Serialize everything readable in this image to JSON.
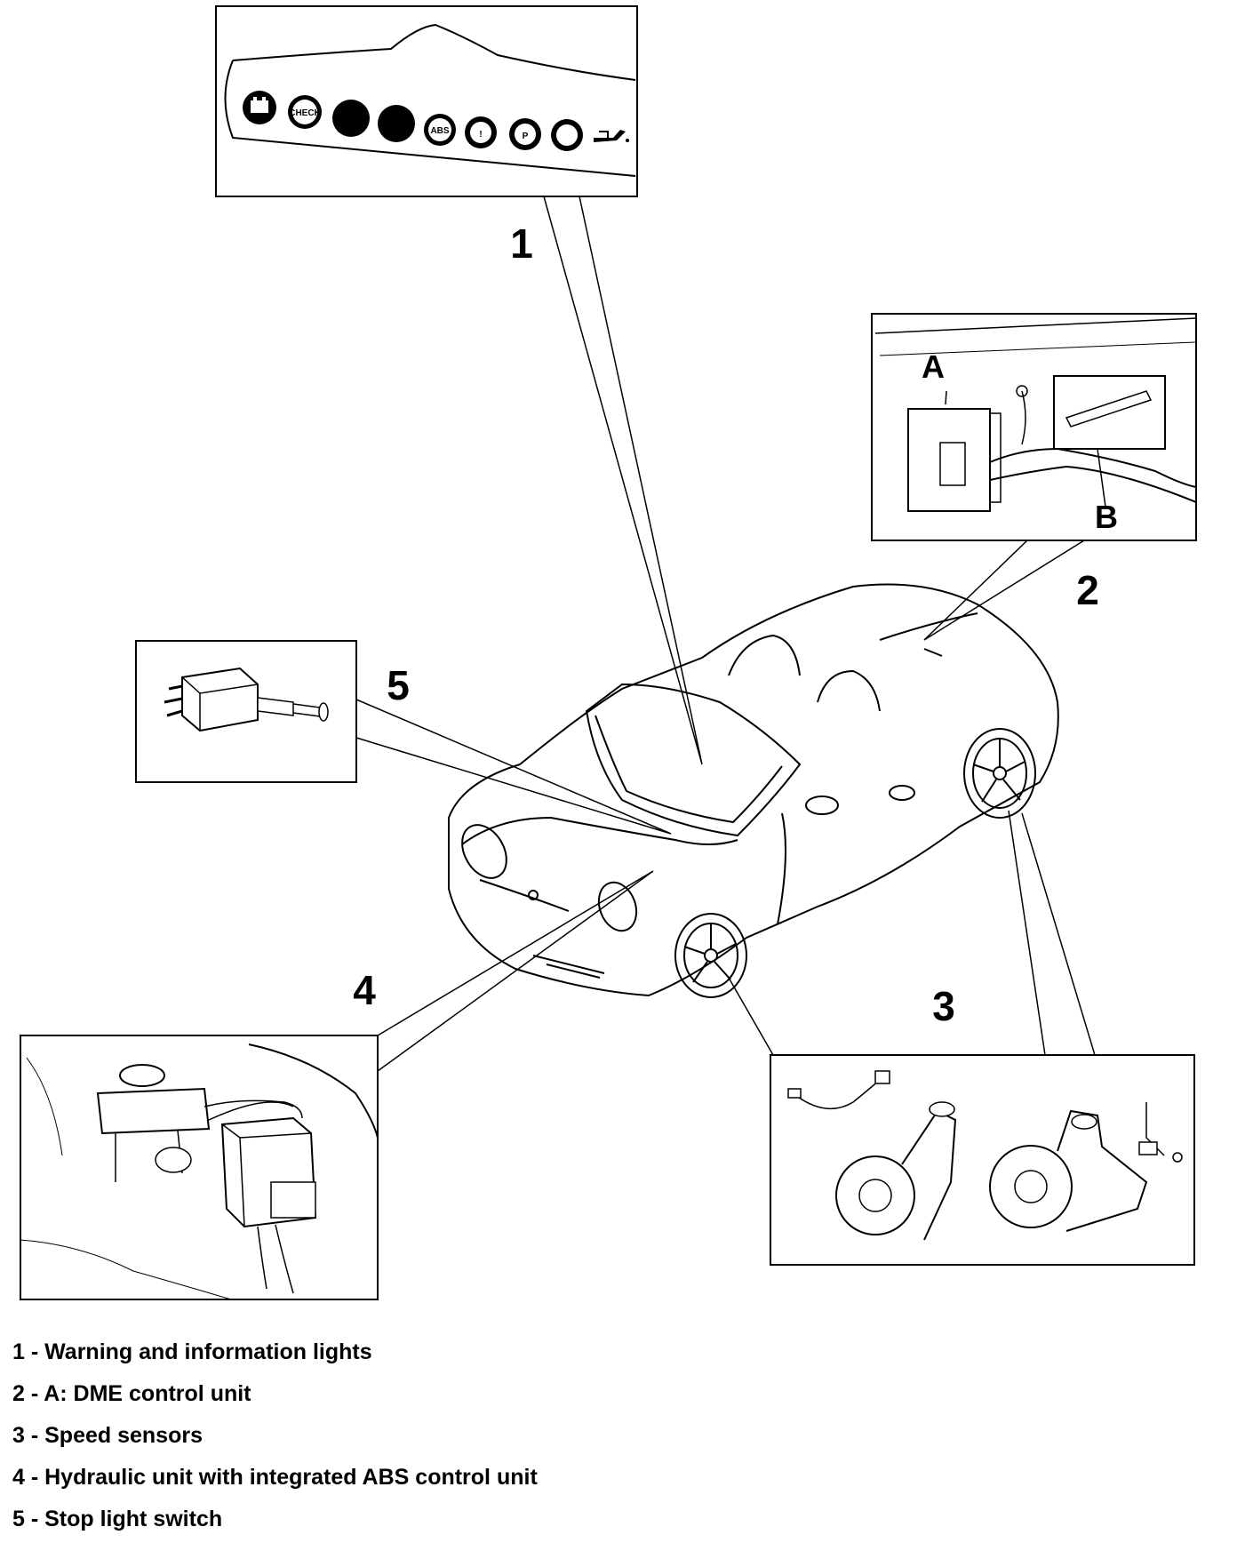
{
  "callouts": {
    "c1": "1",
    "c2": "2",
    "c3": "3",
    "c4": "4",
    "c5": "5"
  },
  "sub_labels": {
    "a": "A",
    "b": "B"
  },
  "warning_panel": {
    "lamps": [
      "battery-icon",
      "check-engine-icon",
      "blank-lamp",
      "blank-lamp",
      "abs-icon",
      "brake-warning-icon",
      "parking-brake-icon",
      "circle-lamp-icon",
      "oil-can-icon"
    ],
    "lamp_text_check": "CHECK",
    "lamp_text_abs": "ABS",
    "lamp_text_p": "P",
    "lamp_text_excl": "!"
  },
  "legend": [
    {
      "num": "1",
      "sep": " - ",
      "text": "Warning and information lights"
    },
    {
      "num": "2",
      "sep": " - ",
      "text": "A: DME control unit"
    },
    {
      "num": "3",
      "sep": " - ",
      "text": "Speed sensors"
    },
    {
      "num": "4",
      "sep": " - ",
      "text": "Hydraulic unit with integrated ABS control unit"
    },
    {
      "num": "5",
      "sep": " - ",
      "text": "Stop light switch"
    }
  ],
  "colors": {
    "ink": "#000000",
    "paper": "#ffffff"
  }
}
